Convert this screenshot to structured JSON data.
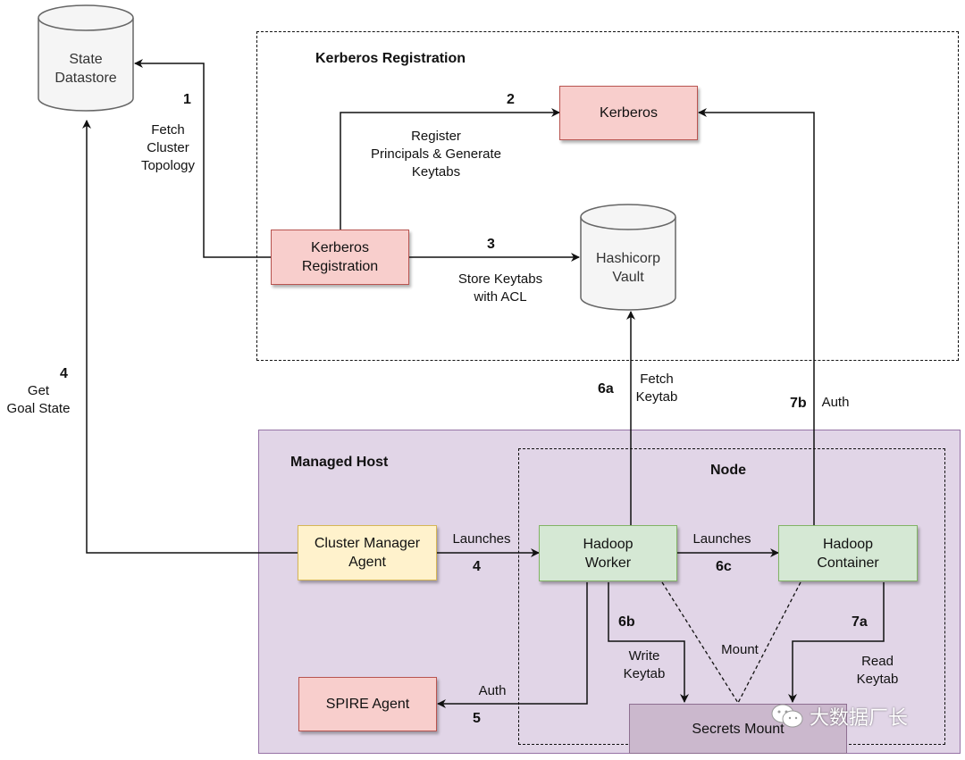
{
  "regions": {
    "kerberos_registration": "Kerberos Registration",
    "managed_host": "Managed Host",
    "node": "Node"
  },
  "nodes": {
    "state_datastore": "State\nDatastore",
    "kerberos": "Kerberos",
    "hashicorp_vault": "Hashicorp\nVault",
    "kerberos_registration": "Kerberos\nRegistration",
    "cluster_manager_agent": "Cluster Manager\nAgent",
    "hadoop_worker": "Hadoop\nWorker",
    "hadoop_container": "Hadoop\nContainer",
    "spire_agent": "SPIRE Agent",
    "secrets_mount": "Secrets Mount"
  },
  "edges": {
    "e1": {
      "step": "1",
      "label": "Fetch\nCluster\nTopology"
    },
    "e2": {
      "step": "2",
      "label": "Register\nPrincipals & Generate\nKeytabs"
    },
    "e3": {
      "step": "3",
      "label": "Store Keytabs\nwith ACL"
    },
    "e4_goal": {
      "step": "4",
      "label": "Get\nGoal State"
    },
    "e4_launch": {
      "step": "4",
      "label": "Launches"
    },
    "e5": {
      "step": "5",
      "label": "Auth"
    },
    "e6a": {
      "step": "6a",
      "label": "Fetch\nKeytab"
    },
    "e6b": {
      "step": "6b",
      "label": "Write\nKeytab"
    },
    "e6c": {
      "step": "6c",
      "label": "Launches"
    },
    "e7a": {
      "step": "7a",
      "label": "Read\nKeytab"
    },
    "e7b": {
      "step": "7b",
      "label": "Auth"
    },
    "mount": {
      "label": "Mount"
    }
  },
  "watermark": "大数据厂长",
  "colors": {
    "red_fill": "#f8cecc",
    "red_stroke": "#b85450",
    "yellow_fill": "#fff2cc",
    "yellow_stroke": "#d6b656",
    "green_fill": "#d5e8d4",
    "green_stroke": "#82b366",
    "purple_fill": "#e1d5e7",
    "purple_stroke": "#9673a6",
    "db_fill": "#f5f5f5",
    "db_stroke": "#666666"
  },
  "icons": {
    "watermark_logo": "wechat-icon"
  }
}
